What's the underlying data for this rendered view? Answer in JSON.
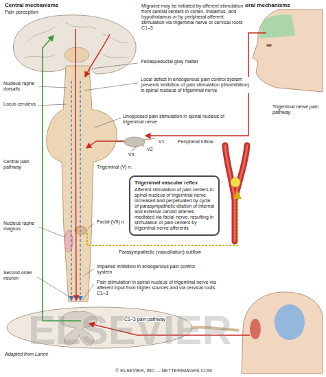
{
  "diagram": {
    "nodes": [
      {
        "text": [
          "Trigeminal vascular reflex",
          "Afferent stimulation of pain centers in spinal nucleus of trigeminal nerve increased and perpetuated by cycle of parasympathetic dilation of internal and external carotid arteries mediated via facial nerve, resulting in stimulation of pain centers by trigeminal nerve afferents"
        ]
      }
    ],
    "labels": [
      "Central mechanisms",
      "Pain perception",
      "Peripheral mechanisms",
      "Migraine may be initiated by afferent stimulation from central centers in cortex, thalamus, and hypothalamus or by peripheral afferent stimulation via trigeminal nerve or cervical roots C1–3",
      "Periaqueductal gray matter",
      "Nucleus raphe dorsalis",
      "Local defect in endogenous pain control system prevents inhibition of pain stimulation (disinhibition) in spinal nucleus of trigeminal nerve",
      "Locus ceruleus",
      "Unopposed pain stimulation in spinal nucleus of trigeminal nerve",
      "Trigeminal nerve pain pathway",
      "V1",
      "V2",
      "V3",
      "Peripheral inflow",
      "Central pain pathway",
      "Trigeminal (V) n.",
      "Facial (VII) n.",
      "Parasympathetic (vasodilation) outflow",
      "Nucleus raphe magnus",
      "Second order neuron",
      "Impaired inhibition in endogenous pain control system",
      "Pain stimulation in spinal nucleus of trigeminal nerve via afferent input from higher sources and via cervical roots C1–3",
      "C1–3 pain pathway",
      "Adapted from Lance",
      "© ELSEVIER, INC. – NETTERIMAGES.COM",
      "ELSEVIER"
    ]
  }
}
